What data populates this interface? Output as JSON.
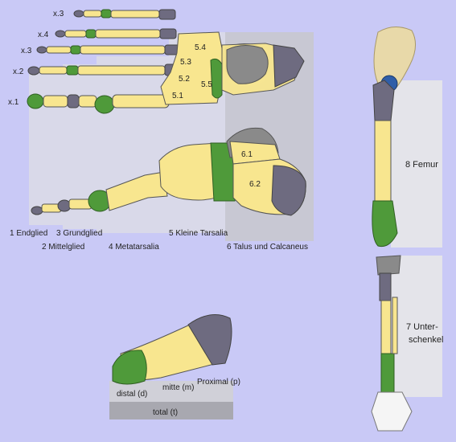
{
  "foot_top": {
    "toe_labels": [
      "x.3",
      "x.4",
      "x.3",
      "x.2",
      "x.1"
    ],
    "tarsal_labels": [
      "5.4",
      "5.3",
      "5.2",
      "5.5",
      "5.1"
    ]
  },
  "foot_side": {
    "tarsal_labels": [
      "6.1",
      "6.2"
    ]
  },
  "zone_labels": {
    "endglied": "1 Endglied",
    "mittelglied": "2 Mittelglied",
    "grundglied": "3 Grundglied",
    "metatarsalia": "4 Metatarsalia",
    "kleine_tarsalia": "5 Kleine Tarsalia",
    "talus": "6 Talus und Calcaneus"
  },
  "leg": {
    "femur": "8 Femur",
    "unterschenkel_line1": "7 Unter-",
    "unterschenkel_line2": "schenkel"
  },
  "bone_sections": {
    "distal": "distal (d)",
    "mitte": "mitte (m)",
    "proximal": "Proximal (p)",
    "total": "total (t)"
  },
  "colors": {
    "background": "#c9c9f6",
    "diaphysis": "#f8e68f",
    "epiphysis_green": "#4f9a3a",
    "epiphysis_purple": "#6e6b80"
  }
}
